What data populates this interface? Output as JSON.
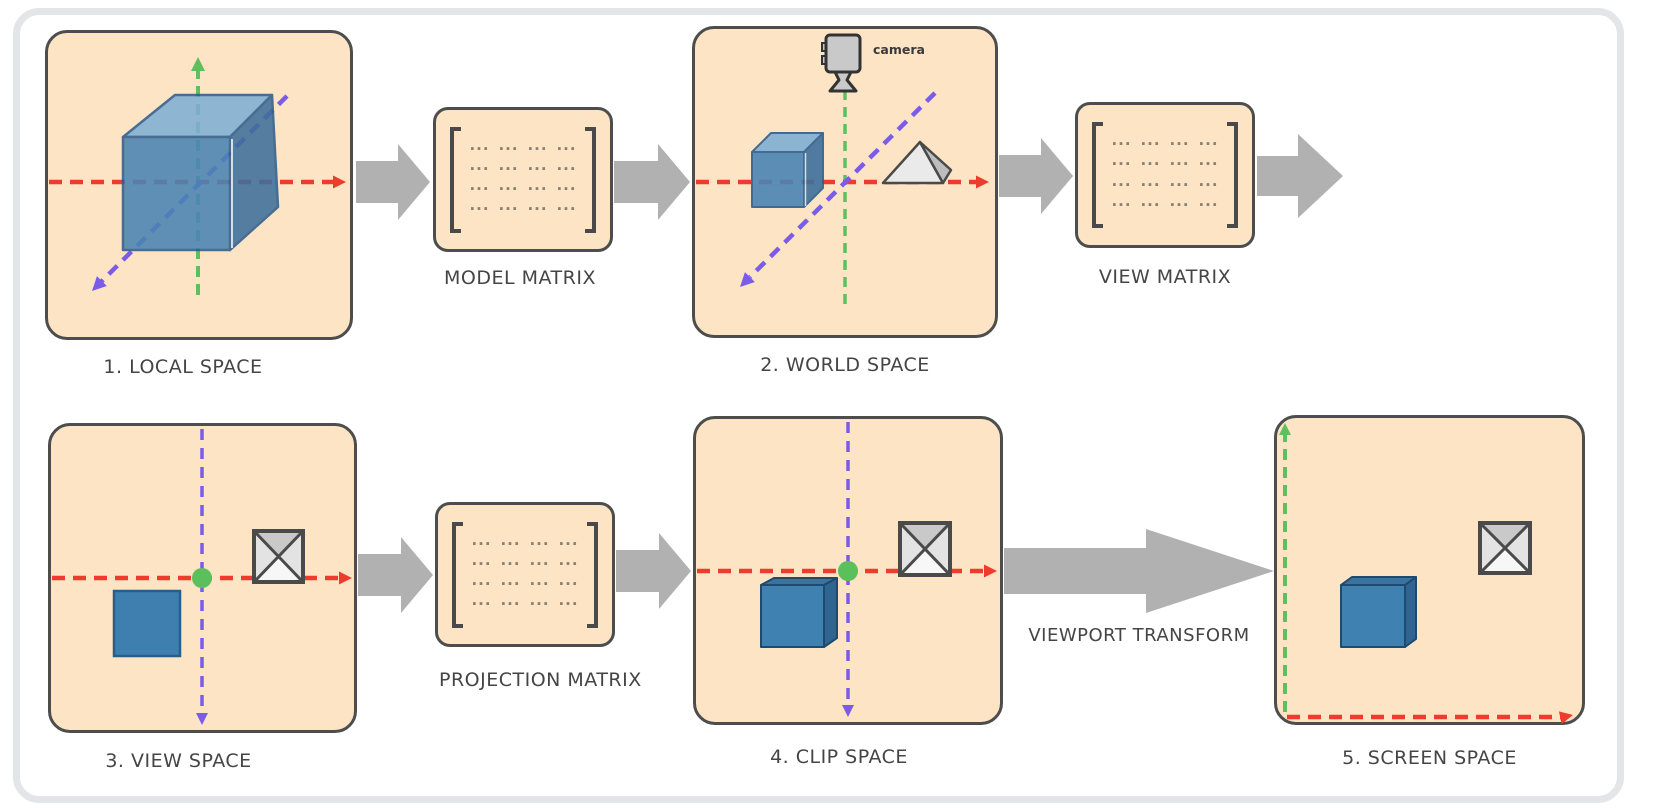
{
  "spaces": [
    {
      "label": "1. LOCAL SPACE"
    },
    {
      "label": "2. WORLD SPACE"
    },
    {
      "label": "3. VIEW SPACE"
    },
    {
      "label": "4. CLIP SPACE"
    },
    {
      "label": "5. SCREEN SPACE"
    }
  ],
  "matrices": [
    {
      "label": "MODEL MATRIX"
    },
    {
      "label": "VIEW MATRIX"
    },
    {
      "label": "PROJECTION MATRIX"
    }
  ],
  "matrix": {
    "rows": 4,
    "cols": 4,
    "cell": "···"
  },
  "annotations": {
    "camera_label": "camera",
    "viewport_label": "VIEWPORT TRANSFORM"
  },
  "colors": {
    "panel_border": "#e3e5e8",
    "box_fill": "#fce4c4",
    "box_border": "#4d4d4d",
    "arrow_gray": "#b1b1b1",
    "axis_red": "#ee3b2e",
    "axis_green": "#5fbf5f",
    "axis_purple": "#7b5ce8",
    "cube_front": "#4a84b4",
    "cube_top": "#7fafd3",
    "cube_side": "#3e6f9c",
    "origin_dot": "#5bbf5b"
  }
}
